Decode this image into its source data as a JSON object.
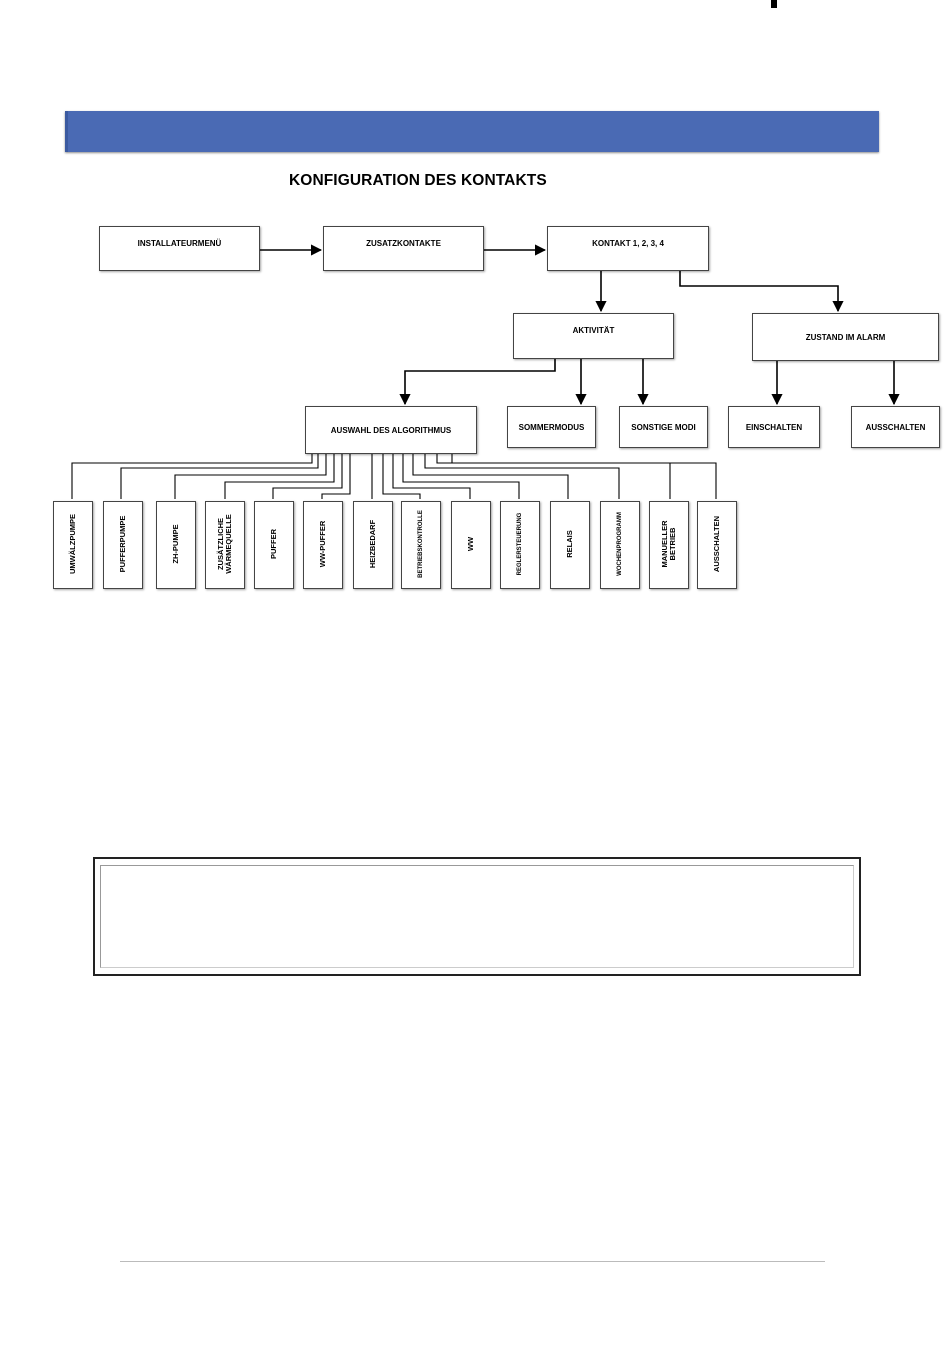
{
  "title": "KONFIGURATION DES KONTAKTS",
  "boxes": {
    "installateurmenu": "INSTALLATEURMENÜ",
    "zusatzkontakte": "ZUSATZKONTAKTE",
    "kontakt": "KONTAKT 1, 2, 3, 4",
    "aktivitat": "AKTIVITÄT",
    "zustand_im_alarm": "ZUSTAND IM ALARM",
    "auswahl_des_algorithmus": "AUSWAHL DES ALGORITHMUS",
    "sommermodus": "SOMMERMODUS",
    "sonstige_modi": "SONSTIGE MODI",
    "einschalten": "EINSCHALTEN",
    "ausschalten": "AUSSCHALTEN"
  },
  "algorithms": [
    "UMWÄLZPUMPE",
    "PUFFERPUMPE",
    "ZH-PUMPE",
    "ZUSÄTZLICHE WÄRMEQUELLE",
    "PUFFER",
    "WW-PUFFER",
    "HEIZBEDARF",
    "BETRIEBSKONTROLLE",
    "WW",
    "REGLERSTEUERUNG",
    "RELAIS",
    "WOCHENPROGRAMM",
    "MANUELLER BETRIEB",
    "AUSSCHALTEN"
  ]
}
